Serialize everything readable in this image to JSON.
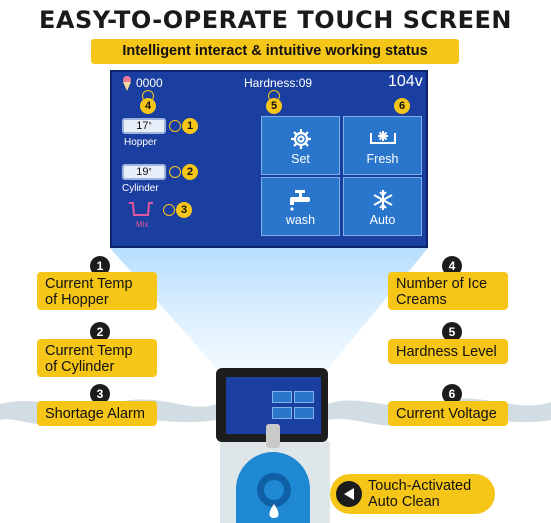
{
  "header": {
    "title": "EASY-TO-OPERATE TOUCH SCREEN",
    "subtitle": "Intelligent interact & intuitive working status"
  },
  "screen": {
    "ice_cream_count": "0000",
    "hardness": "Hardness:09",
    "voltage": "104v",
    "hopper": {
      "temp": "17",
      "label": "Hopper",
      "marker": "1"
    },
    "cylinder": {
      "temp": "19",
      "label": "Cylinder",
      "marker": "2"
    },
    "mix": {
      "label": "Mix",
      "marker": "3"
    },
    "top_markers": {
      "count": "4",
      "hardness": "5",
      "voltage": "6"
    },
    "buttons": [
      {
        "label": "Set",
        "icon": "gear-icon"
      },
      {
        "label": "Fresh",
        "icon": "snowflake-tray-icon"
      },
      {
        "label": "wash",
        "icon": "faucet-icon"
      },
      {
        "label": "Auto",
        "icon": "snowflake-icon"
      }
    ]
  },
  "callouts": {
    "left": [
      {
        "num": "1",
        "text": "Current Temp\nof Hopper"
      },
      {
        "num": "2",
        "text": "Current Temp\nof Cylinder"
      },
      {
        "num": "3",
        "text": "Shortage Alarm"
      }
    ],
    "right": [
      {
        "num": "4",
        "text": "Number of Ice\nCreams"
      },
      {
        "num": "5",
        "text": "Hardness Level"
      },
      {
        "num": "6",
        "text": "Current Voltage"
      }
    ]
  },
  "touch_button": {
    "text": "Touch-Activated\nAuto Clean"
  },
  "colors": {
    "accent": "#f5c518",
    "screen": "#1b3fa0",
    "tile": "#2a76cc",
    "beam": "#bfe3ff"
  }
}
